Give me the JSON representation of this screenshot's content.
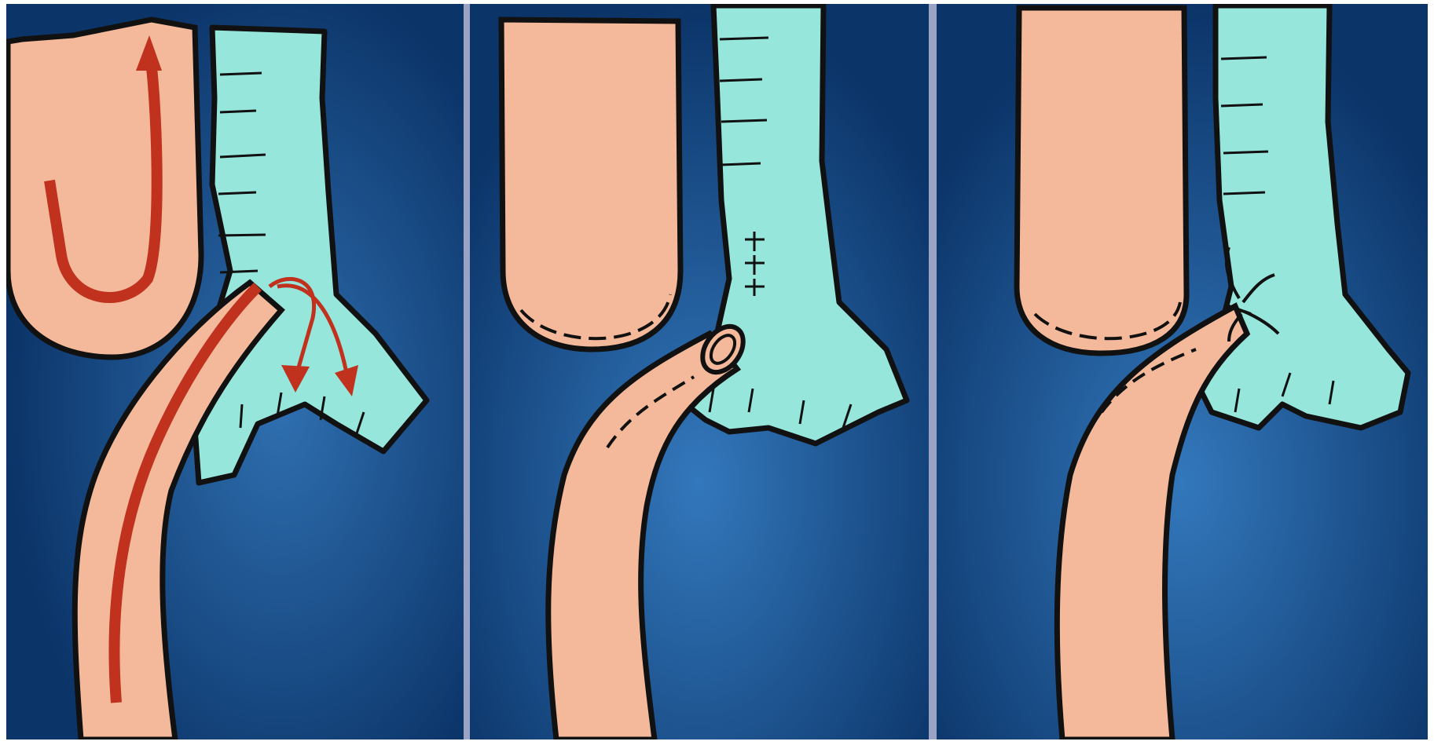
{
  "figure": {
    "panels": [
      {
        "id": "panel-1",
        "step": 1,
        "features": [
          "esophageal-pouch",
          "trachea",
          "distal-esophagus-fistula",
          "flow-arrows"
        ]
      },
      {
        "id": "panel-2",
        "step": 2,
        "features": [
          "esophageal-pouch",
          "trachea-suture-repair",
          "divided-distal-esophagus"
        ]
      },
      {
        "id": "panel-3",
        "step": 3,
        "features": [
          "esophageal-pouch",
          "trachea",
          "ligated-fistula"
        ]
      }
    ]
  },
  "colors": {
    "background": "#0d3f78",
    "background_glow": "#2f6fb0",
    "esophagus": "#f4b99a",
    "trachea": "#96e6dc",
    "outline": "#111111",
    "arrow": "#c0311e",
    "divider": "#9aa3c4"
  }
}
